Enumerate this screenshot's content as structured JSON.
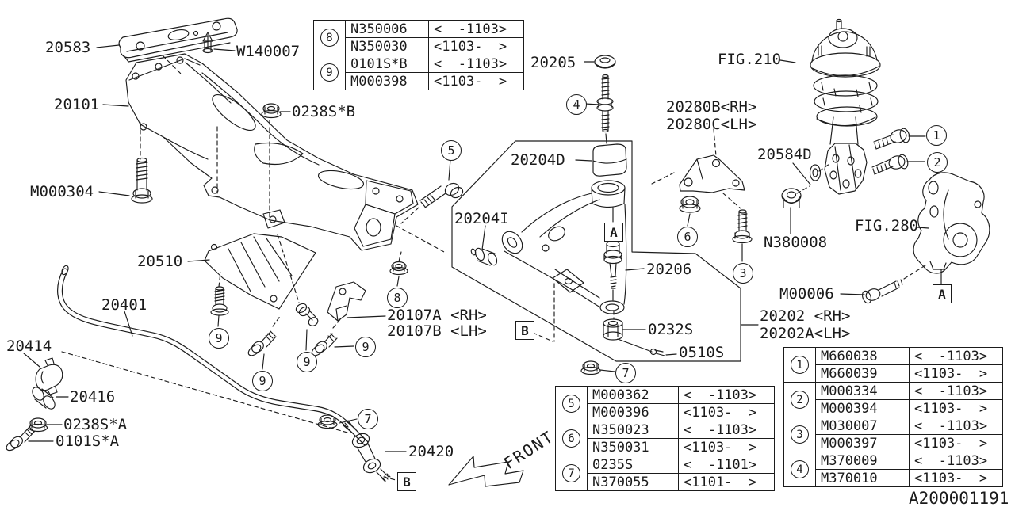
{
  "labels": {
    "p20583": "20583",
    "w140007": "W140007",
    "p20101": "20101",
    "m000304": "M000304",
    "s0238b": "0238S*B",
    "p20205": "20205",
    "p20204d": "20204D",
    "p20204i": "20204I",
    "p20280b": "20280B<RH>",
    "p20280c": "20280C<LH>",
    "fig210": "FIG.210",
    "p20584d": "20584D",
    "n380008": "N380008",
    "fig280": "FIG.280",
    "m00006": "M00006",
    "p20510": "20510",
    "p20401": "20401",
    "p20414": "20414",
    "p20416": "20416",
    "s0238a": "0238S*A",
    "s0101a": "0101S*A",
    "p20107a": "20107A <RH>",
    "p20107b": "20107B <LH>",
    "p20206": "20206",
    "s0232": "0232S",
    "s0510": "0510S",
    "p20202rh": "20202 <RH>",
    "p20202lh": "20202A<LH>",
    "p20420": "20420",
    "front": "FRONT",
    "drawing_no": "A200001191"
  },
  "callouts": {
    "c1": "1",
    "c2": "2",
    "c3": "3",
    "c4": "4",
    "c5": "5",
    "c6": "6",
    "c7": "7",
    "c8": "8",
    "c9": "9"
  },
  "boxes": {
    "a": "A",
    "b": "B"
  },
  "tables": {
    "top": {
      "rows": [
        {
          "badge": "8",
          "entries": [
            {
              "part": "N350006",
              "range": "<  -1103>"
            },
            {
              "part": "N350030",
              "range": "<1103-  >"
            }
          ]
        },
        {
          "badge": "9",
          "entries": [
            {
              "part": "0101S*B",
              "range": "<  -1103>"
            },
            {
              "part": "M000398",
              "range": "<1103-  >"
            }
          ]
        }
      ]
    },
    "bottom_center": {
      "rows": [
        {
          "badge": "5",
          "entries": [
            {
              "part": "M000362",
              "range": "<  -1103>"
            },
            {
              "part": "M000396",
              "range": "<1103-  >"
            }
          ]
        },
        {
          "badge": "6",
          "entries": [
            {
              "part": "N350023",
              "range": "<  -1103>"
            },
            {
              "part": "N350031",
              "range": "<1103-  >"
            }
          ]
        },
        {
          "badge": "7",
          "entries": [
            {
              "part": "0235S",
              "range": "<  -1101>"
            },
            {
              "part": "N370055",
              "range": "<1101-  >"
            }
          ]
        }
      ]
    },
    "bottom_right": {
      "rows": [
        {
          "badge": "1",
          "entries": [
            {
              "part": "M660038",
              "range": "<  -1103>"
            },
            {
              "part": "M660039",
              "range": "<1103-  >"
            }
          ]
        },
        {
          "badge": "2",
          "entries": [
            {
              "part": "M000334",
              "range": "<  -1103>"
            },
            {
              "part": "M000394",
              "range": "<1103-  >"
            }
          ]
        },
        {
          "badge": "3",
          "entries": [
            {
              "part": "M030007",
              "range": "<  -1103>"
            },
            {
              "part": "M000397",
              "range": "<1103-  >"
            }
          ]
        },
        {
          "badge": "4",
          "entries": [
            {
              "part": "M370009",
              "range": "<  -1103>"
            },
            {
              "part": "M370010",
              "range": "<1103-  >"
            }
          ]
        }
      ]
    }
  }
}
